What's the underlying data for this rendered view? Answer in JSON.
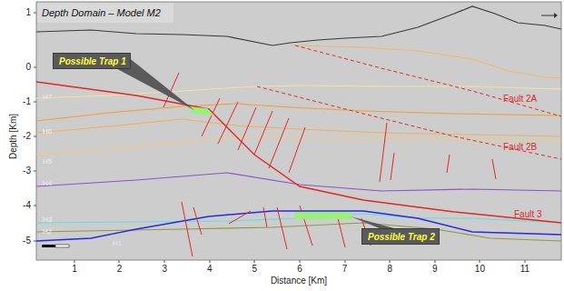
{
  "diagram": {
    "title": "Depth Domain – Model M2",
    "nodes": [
      {
        "text": [
          "Possible Trap 1"
        ]
      },
      {
        "text": [
          "Possible Trap 2"
        ]
      }
    ],
    "labels": [
      "Fault 2A",
      "Fault 2B",
      "Fault 3",
      "H7",
      "H6",
      "H5",
      "H4",
      "H3",
      "H2",
      "H1",
      "1",
      "0",
      "-1",
      "-2",
      "-3",
      "-4",
      "-5",
      "1",
      "2",
      "3",
      "4",
      "5",
      "6",
      "7",
      "8",
      "9",
      "10",
      "11",
      "Depth [Km]",
      "Distance [Km]"
    ]
  }
}
